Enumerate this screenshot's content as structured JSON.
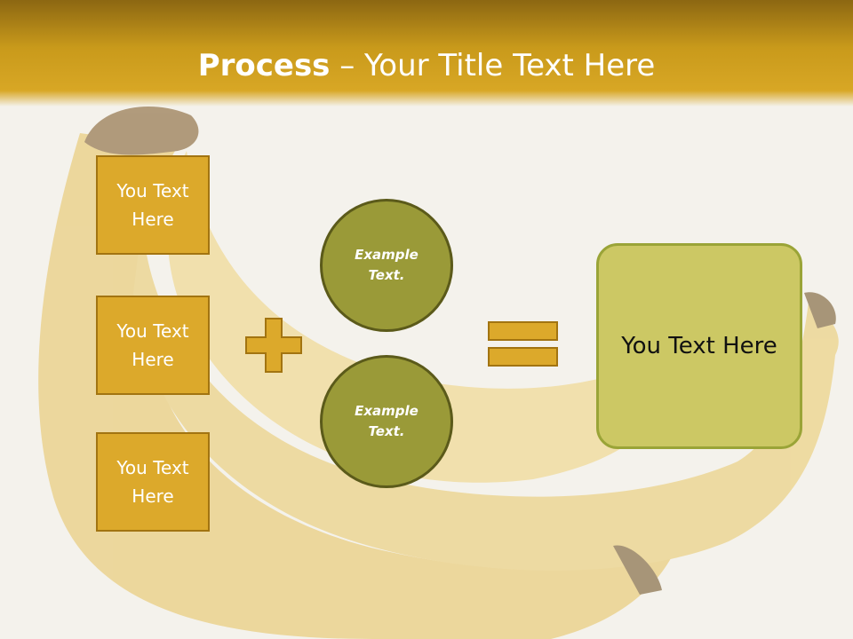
{
  "slide": {
    "title_bold": "Process",
    "title_rest": " – Your Title Text Here"
  },
  "left_boxes": [
    {
      "text": "You Text Here"
    },
    {
      "text": "You Text Here"
    },
    {
      "text": "You Text Here"
    }
  ],
  "circles": [
    {
      "text": "Example Text."
    },
    {
      "text": "Example Text."
    }
  ],
  "result": {
    "text": "You Text Here"
  },
  "colors": {
    "header": "#c99a1b",
    "box_fill": "#dca92b",
    "circle_fill": "#9a9a38",
    "result_fill": "#ccc864"
  }
}
